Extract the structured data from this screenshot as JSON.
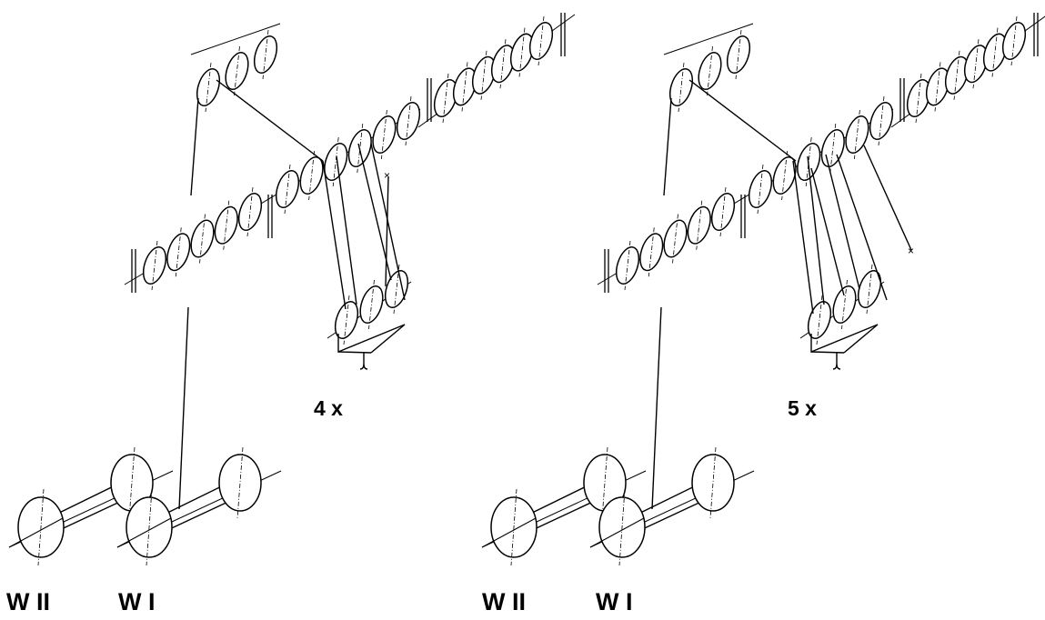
{
  "panels": [
    {
      "id": "left",
      "pull_label": "4 x",
      "shaft_labels": [
        "W II",
        "W I"
      ]
    },
    {
      "id": "right",
      "pull_label": "5 x",
      "shaft_labels": [
        "W II",
        "W I"
      ]
    }
  ]
}
